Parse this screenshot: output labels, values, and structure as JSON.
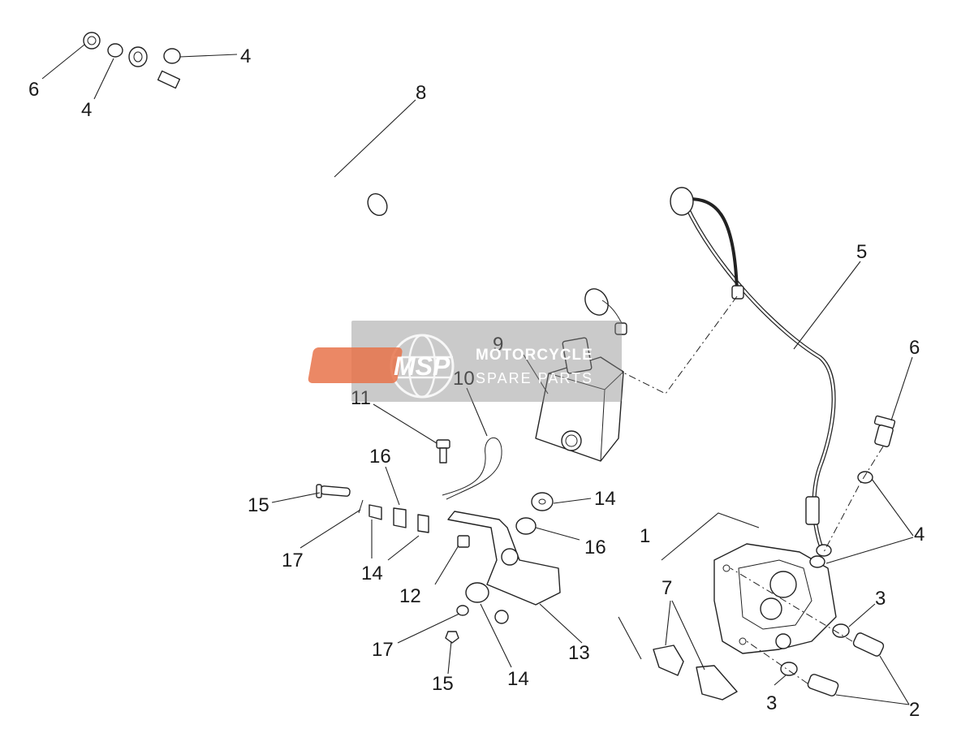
{
  "callouts": [
    "6",
    "4",
    "4",
    "8",
    "5",
    "6",
    "9",
    "10",
    "11",
    "16",
    "15",
    "17",
    "14",
    "12",
    "17",
    "15",
    "14",
    "13",
    "14",
    "16",
    "1",
    "7",
    "4",
    "3",
    "3",
    "2"
  ],
  "watermark": {
    "logo": "MSP",
    "line1": "MOTORCYCLE",
    "line2": "SPARE PARTS",
    "logo_color": "#e8734a"
  }
}
